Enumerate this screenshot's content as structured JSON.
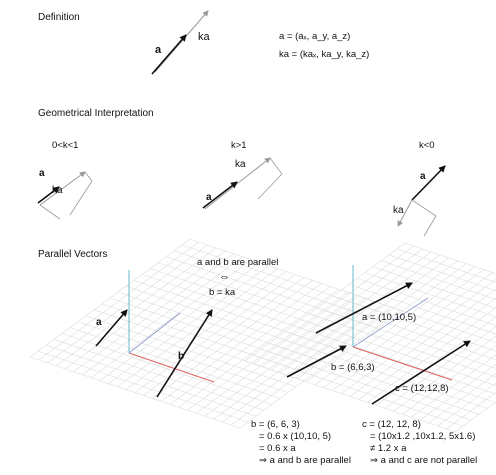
{
  "headings": {
    "definition": "Definition",
    "geometric": "Geometrical Interpretation",
    "parallel": "Parallel Vectors"
  },
  "definition": {
    "vector_a": "a",
    "vector_ka": "ka",
    "eq_a": "a = (aₓ, a_y, a_z)",
    "eq_ka": "ka = (kaₓ, ka_y, ka_z)"
  },
  "geometric": {
    "case1": {
      "condition": "0<k<1",
      "a": "a",
      "ka": "ka"
    },
    "case2": {
      "condition": "k>1",
      "a": "a",
      "ka": "ka"
    },
    "case3": {
      "condition": "k<0",
      "a": "a",
      "ka": "ka"
    }
  },
  "parallel": {
    "statement_line1": "a and b are parallel",
    "equivalence_symbol": "⇔",
    "statement_line2": "b = ka",
    "left_labels": {
      "a": "a",
      "b": "b"
    },
    "right_labels": {
      "a": "a = (10,10,5)",
      "b": "b = (6,6,3)",
      "c": "c = (12,12,8)"
    },
    "derivation_b": [
      "b = (6, 6, 3)",
      "= 0.6 x (10,10, 5)",
      "= 0.6 x a",
      "⇒ a and b are parallel"
    ],
    "derivation_c": [
      "c = (12, 12, 8)",
      "= (10x1.2 ,10x1.2, 5x1.6)",
      "≠ 1.2 x a",
      "⇒ a and c are not parallel"
    ]
  },
  "colors": {
    "vector": "#111111",
    "guide": "#999999",
    "grid": "#dddddd",
    "x_axis": "#e06060",
    "y_axis": "#8899cc",
    "z_axis": "#66bbcc"
  }
}
